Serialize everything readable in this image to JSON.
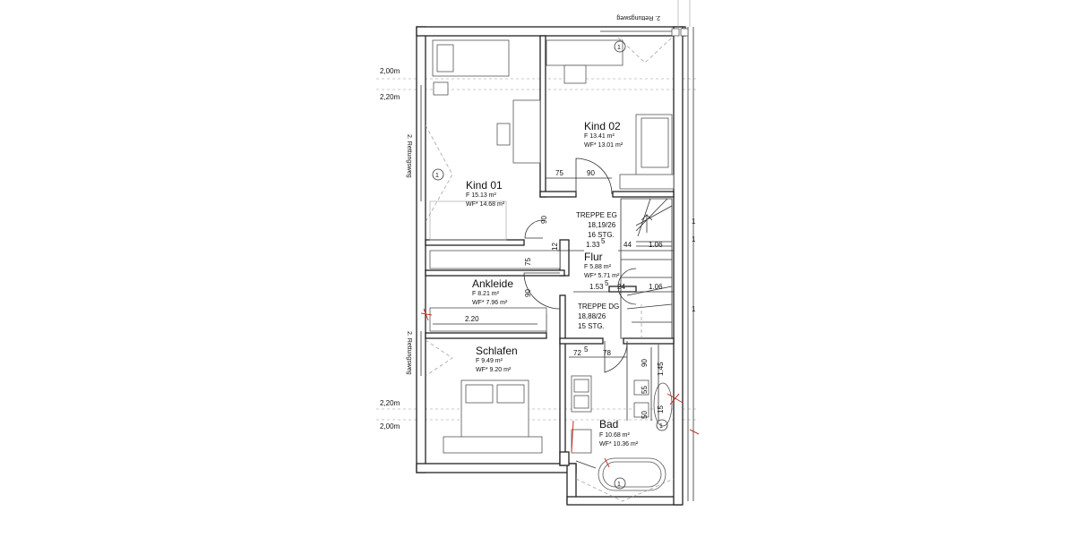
{
  "rooms": {
    "kind01": {
      "name": "Kind 01",
      "f": "F      15.13 m²",
      "wf": "WF* 14.68 m²"
    },
    "kind02": {
      "name": "Kind 02",
      "f": "F      13.41 m²",
      "wf": "WF* 13.01 m²"
    },
    "flur": {
      "name": "Flur",
      "f": "F      5.88 m²",
      "wf": "WF* 5.71 m²"
    },
    "ankleide": {
      "name": "Ankleide",
      "f": "F      8.21 m²",
      "wf": "WF* 7.96 m²"
    },
    "schlafen": {
      "name": "Schlafen",
      "f": "F      9.49 m²",
      "wf": "WF* 9.20 m²"
    },
    "bad": {
      "name": "Bad",
      "f": "F      10.68 m²",
      "wf": "WF* 10.36 m²"
    }
  },
  "stairs": {
    "eg": {
      "l1": "TREPPE EG",
      "l2": "18,19/26",
      "l3": "16 STG."
    },
    "dg": {
      "l1": "TREPPE DG",
      "l2": "18,88/26",
      "l3": "15 STG."
    }
  },
  "dims": {
    "d75a": "75",
    "d90a": "90",
    "d90b": "90",
    "d12": "12",
    "d133": "1.33",
    "d44": "44",
    "d106a": "1.06",
    "d75b": "75",
    "d90c": "90",
    "d153": "1.53",
    "d24": "24",
    "d106b": "1.06",
    "d220": "2.20",
    "d72": "72",
    "d78": "78",
    "d90d": "90",
    "d145": "1.45",
    "d55": "55",
    "d50": "50",
    "d15": "15",
    "sup5a": "5",
    "sup5b": "5",
    "sup5c": "5"
  },
  "levels": {
    "l200top": "2,00m",
    "l220top": "2,20m",
    "l220bot": "2,20m",
    "l200bot": "2,00m"
  },
  "rettungsweg": {
    "top": "2. Rettungsweg",
    "left1": "2. Rettungsweg",
    "left2": "2. Rettungsweg"
  },
  "markers": {
    "m1": "1",
    "m2": "1",
    "m3": "1",
    "m4": "1"
  },
  "neighbor": {
    "n1": "1",
    "n2": "1",
    "n3": "1"
  }
}
